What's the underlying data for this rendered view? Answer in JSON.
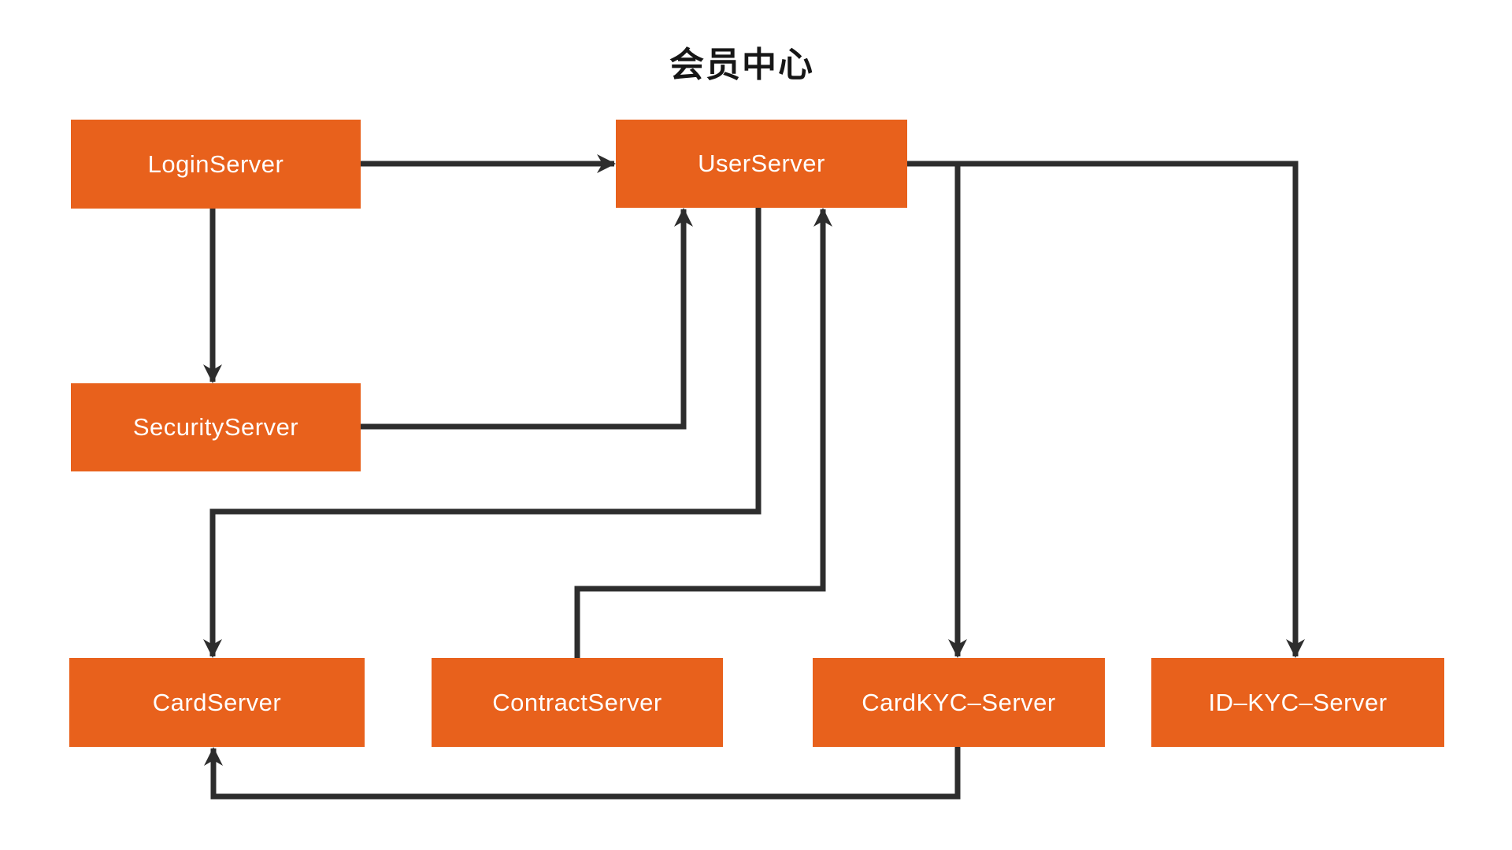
{
  "title": "会员中心",
  "colors": {
    "node_fill": "#E8611C",
    "node_text": "#FFFFFF",
    "edge": "#2D2D2D",
    "title_text": "#161616",
    "background": "#FFFFFF"
  },
  "nodes": [
    {
      "id": "login",
      "label": "LoginServer"
    },
    {
      "id": "user",
      "label": "UserServer"
    },
    {
      "id": "security",
      "label": "SecurityServer"
    },
    {
      "id": "card",
      "label": "CardServer"
    },
    {
      "id": "contract",
      "label": "ContractServer"
    },
    {
      "id": "cardkyc",
      "label": "CardKYC–Server"
    },
    {
      "id": "idkyc",
      "label": "ID–KYC–Server"
    }
  ],
  "edges": [
    {
      "from": "LoginServer",
      "to": "UserServer"
    },
    {
      "from": "LoginServer",
      "to": "SecurityServer"
    },
    {
      "from": "SecurityServer",
      "to": "UserServer"
    },
    {
      "from": "UserServer",
      "to": "CardServer"
    },
    {
      "from": "ContractServer",
      "to": "UserServer"
    },
    {
      "from": "UserServer",
      "to": "CardKYC–Server"
    },
    {
      "from": "UserServer",
      "to": "ID–KYC–Server"
    },
    {
      "from": "CardKYC–Server",
      "to": "CardServer"
    }
  ]
}
